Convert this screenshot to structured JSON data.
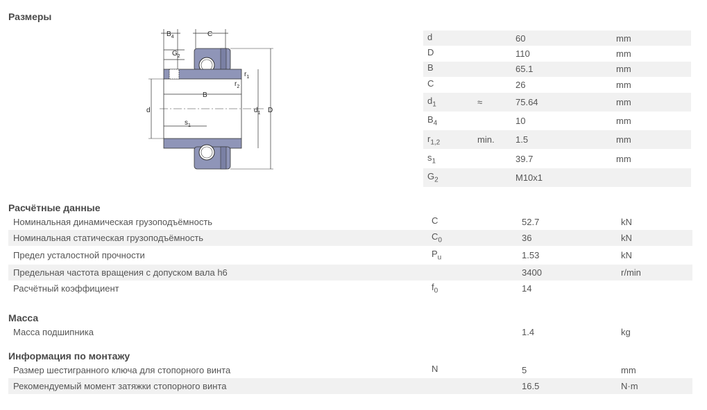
{
  "sections": {
    "dimensions": "Размеры",
    "calc": "Расчётные данные",
    "mass": "Масса",
    "mounting": "Информация по монтажу"
  },
  "drawing_labels": {
    "b4": "B",
    "b4_sub": "4",
    "c": "C",
    "g2": "G",
    "g2_sub": "2",
    "r1": "r",
    "r1_sub": "1",
    "r2": "r",
    "r2_sub": "2",
    "b": "B",
    "d": "d",
    "d1": "d",
    "d1_sub": "1",
    "D": "D",
    "s1": "s",
    "s1_sub": "1"
  },
  "dimensions": [
    {
      "sym": "d",
      "sub": "",
      "note": "",
      "val": "60",
      "unit": "mm"
    },
    {
      "sym": "D",
      "sub": "",
      "note": "",
      "val": "110",
      "unit": "mm"
    },
    {
      "sym": "B",
      "sub": "",
      "note": "",
      "val": "65.1",
      "unit": "mm"
    },
    {
      "sym": "C",
      "sub": "",
      "note": "",
      "val": "26",
      "unit": "mm"
    },
    {
      "sym": "d",
      "sub": "1",
      "note": "≈",
      "val": "75.64",
      "unit": "mm"
    },
    {
      "sym": "B",
      "sub": "4",
      "note": "",
      "val": "10",
      "unit": "mm"
    },
    {
      "sym": "r",
      "sub": "1,2",
      "note": "min.",
      "val": "1.5",
      "unit": "mm"
    },
    {
      "sym": "s",
      "sub": "1",
      "note": "",
      "val": "39.7",
      "unit": "mm"
    },
    {
      "sym": "G",
      "sub": "2",
      "note": "",
      "val": "M10x1",
      "unit": ""
    }
  ],
  "calc_data": [
    {
      "label": "Номинальная динамическая грузоподъёмность",
      "sym": "C",
      "sub": "",
      "val": "52.7",
      "unit": "kN"
    },
    {
      "label": "Номинальная статическая грузоподъёмность",
      "sym": "C",
      "sub": "0",
      "val": "36",
      "unit": "kN"
    },
    {
      "label": "Предел усталостной прочности",
      "sym": "P",
      "sub": "u",
      "val": "1.53",
      "unit": "kN"
    },
    {
      "label": "Предельная частота вращения с допуском вала h6",
      "sym": "",
      "sub": "",
      "val": "3400",
      "unit": "r/min"
    },
    {
      "label": "Расчётный коэффициент",
      "sym": "f",
      "sub": "0",
      "val": "14",
      "unit": ""
    }
  ],
  "mass_data": [
    {
      "label": "Масса подшипника",
      "sym": "",
      "sub": "",
      "val": "1.4",
      "unit": "kg"
    }
  ],
  "mounting_data": [
    {
      "label": "Размер шестигранного ключа для стопорного винта",
      "sym": "N",
      "sub": "",
      "val": "5",
      "unit": "mm"
    },
    {
      "label": "Рекомендуемый момент затяжки стопорного винта",
      "sym": "",
      "sub": "",
      "val": "16.5",
      "unit": "N·m"
    }
  ]
}
